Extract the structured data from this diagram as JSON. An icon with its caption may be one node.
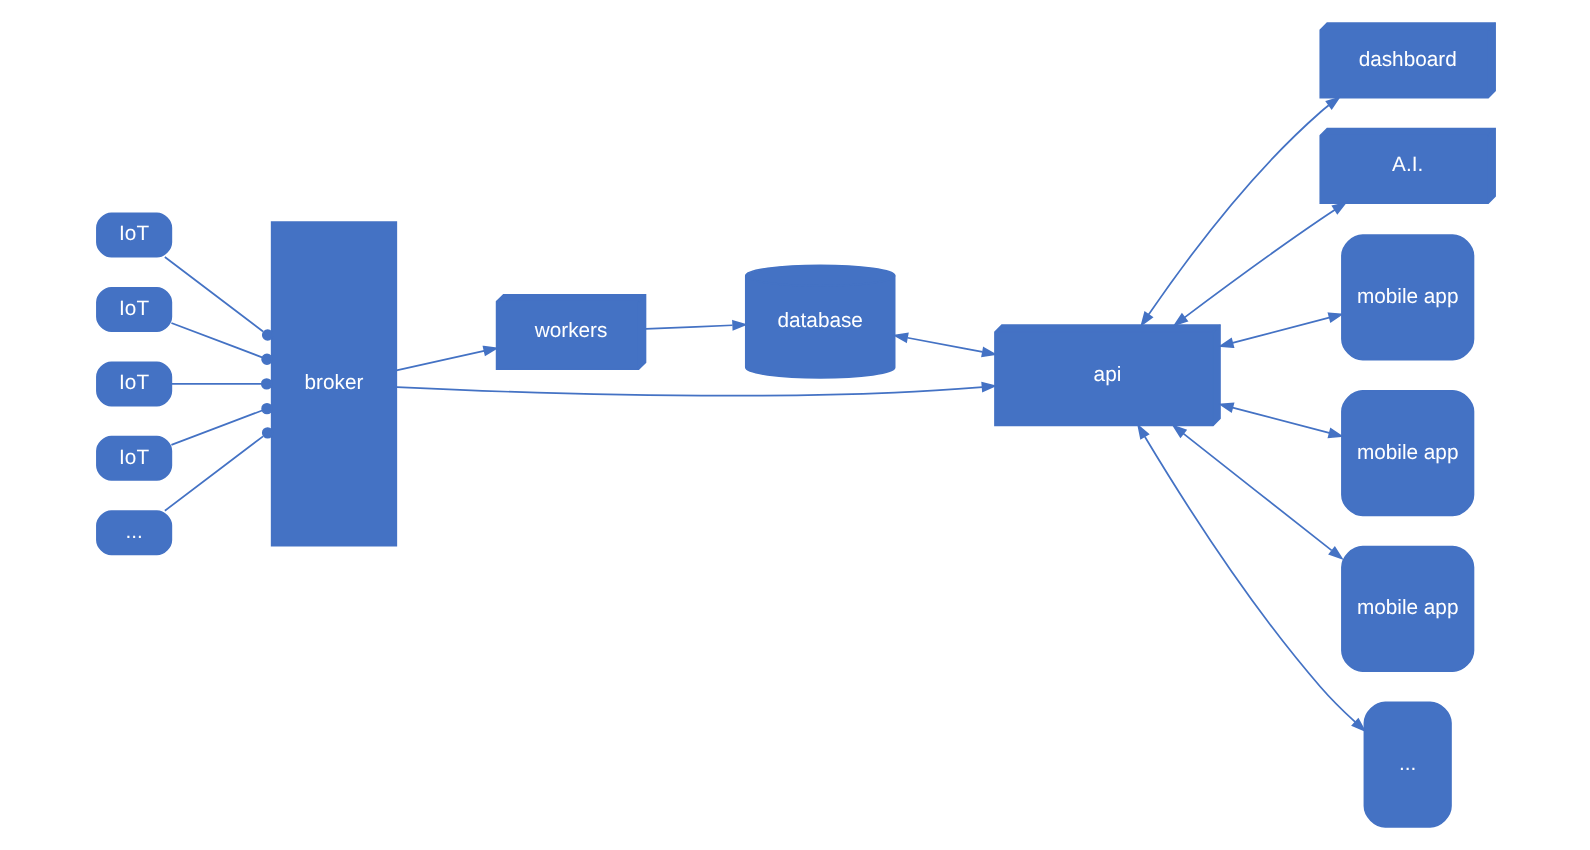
{
  "diagram": {
    "nodes": [
      {
        "text": [
          "IoT"
        ]
      },
      {
        "text": [
          "IoT"
        ]
      },
      {
        "text": [
          "IoT"
        ]
      },
      {
        "text": [
          "IoT"
        ]
      },
      {
        "text": [
          "..."
        ]
      },
      {
        "text": [
          "broker"
        ]
      },
      {
        "text": [
          "workers"
        ]
      },
      {
        "text": [
          "database"
        ]
      },
      {
        "text": [
          "dashboard"
        ]
      },
      {
        "text": [
          "api"
        ]
      },
      {
        "text": [
          "A.I."
        ]
      },
      {
        "text": [
          "mobile app"
        ]
      },
      {
        "text": [
          "mobile app"
        ]
      },
      {
        "text": [
          "mobile app"
        ]
      },
      {
        "text": [
          "..."
        ]
      }
    ],
    "edges": [
      {
        "from": 0,
        "to": 5,
        "arrow": "other"
      },
      {
        "from": 1,
        "to": 5,
        "arrow": "other"
      },
      {
        "from": 2,
        "to": 5,
        "arrow": "other"
      },
      {
        "from": 3,
        "to": 5,
        "arrow": "other"
      },
      {
        "from": 4,
        "to": 5,
        "arrow": "other"
      },
      {
        "from": 5,
        "to": 6,
        "arrow": "to"
      },
      {
        "from": 6,
        "to": 7,
        "arrow": "to"
      },
      {
        "from": 5,
        "to": 9,
        "arrow": "to"
      },
      {
        "from": 7,
        "to": 9,
        "arrow": "both"
      },
      {
        "from": 9,
        "to": 8,
        "arrow": "both"
      },
      {
        "from": 9,
        "to": 10,
        "arrow": "both"
      },
      {
        "from": 9,
        "to": 11,
        "arrow": "both"
      },
      {
        "from": 9,
        "to": 12,
        "arrow": "both"
      },
      {
        "from": 9,
        "to": 13,
        "arrow": "both"
      },
      {
        "from": 9,
        "to": 14,
        "arrow": "both"
      }
    ]
  }
}
